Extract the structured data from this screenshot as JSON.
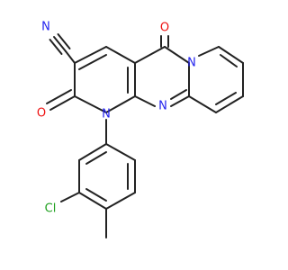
{
  "molecule": {
    "atoms": {
      "nitrile_n": {
        "text": "N",
        "color": "#2222ee"
      },
      "ring_n_imine": {
        "text": "N",
        "color": "#2222ee"
      },
      "ring_n_pyridine": {
        "text": "N",
        "color": "#2222ee"
      },
      "ring_n_pyridone": {
        "text": "N",
        "color": "#2222ee"
      },
      "carbonyl_o_left": {
        "text": "O",
        "color": "#ee1111"
      },
      "carbonyl_o_top": {
        "text": "O",
        "color": "#ee1111"
      },
      "chlorine": {
        "text": "Cl",
        "color": "#1fa01f"
      }
    },
    "bond_color": "#222222"
  }
}
